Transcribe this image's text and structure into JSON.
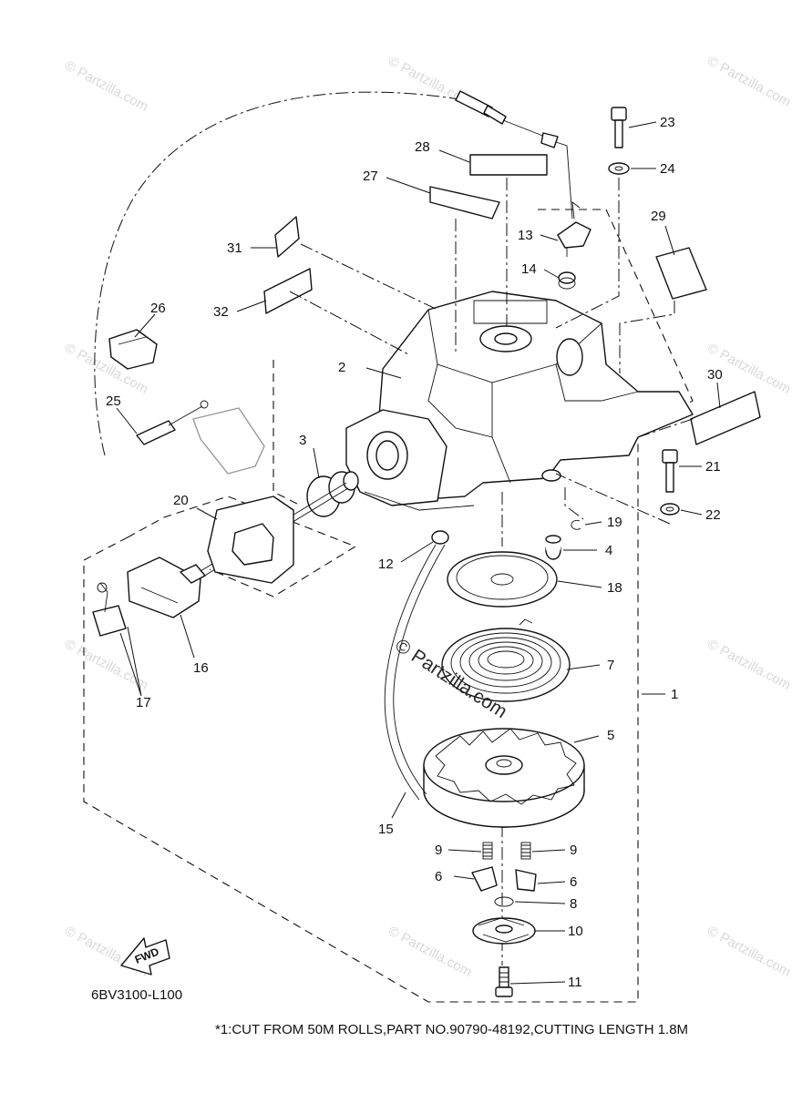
{
  "diagram": {
    "diagram_code": "6BV3100-L100",
    "footnote": "*1:CUT FROM 50M ROLLS,PART NO.90790-48192,CUTTING LENGTH 1.8M",
    "fwd_label": "FWD",
    "watermark_small": "© Partzilla.com",
    "watermark_center": "© Partzilla.com",
    "callouts": [
      "1",
      "2",
      "3",
      "4",
      "5",
      "6",
      "6",
      "7",
      "8",
      "9",
      "9",
      "10",
      "11",
      "12",
      "13",
      "14",
      "15",
      "16",
      "17",
      "18",
      "19",
      "20",
      "21",
      "22",
      "23",
      "24",
      "25",
      "26",
      "27",
      "28",
      "29",
      "30",
      "31",
      "32"
    ]
  }
}
